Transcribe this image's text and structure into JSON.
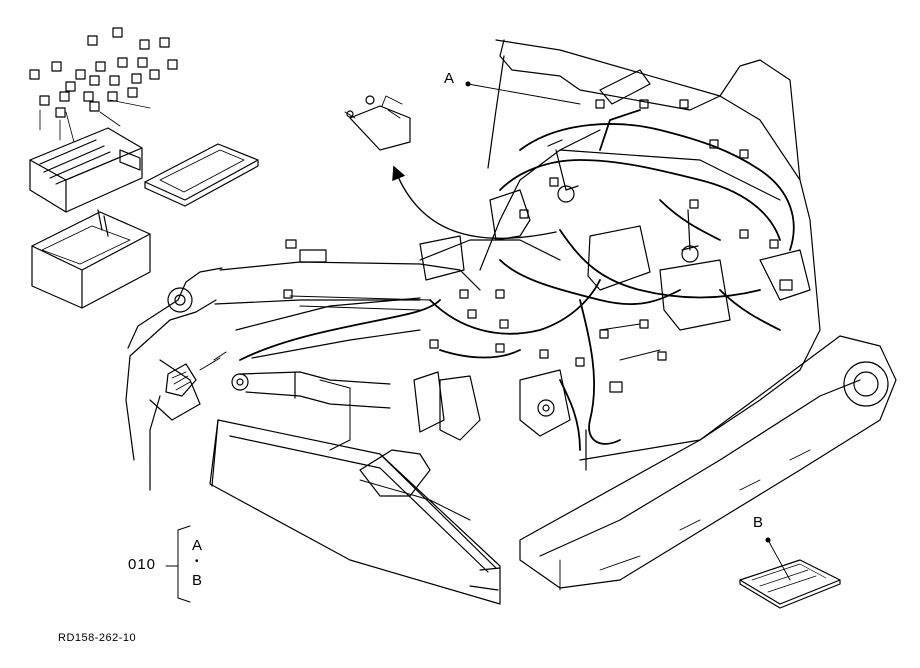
{
  "callouts": {
    "a": "A",
    "b": "B"
  },
  "legend": {
    "part_number": "010",
    "items": [
      "A",
      "B"
    ],
    "separator": "•"
  },
  "drawing_number": "RD158-262-10"
}
